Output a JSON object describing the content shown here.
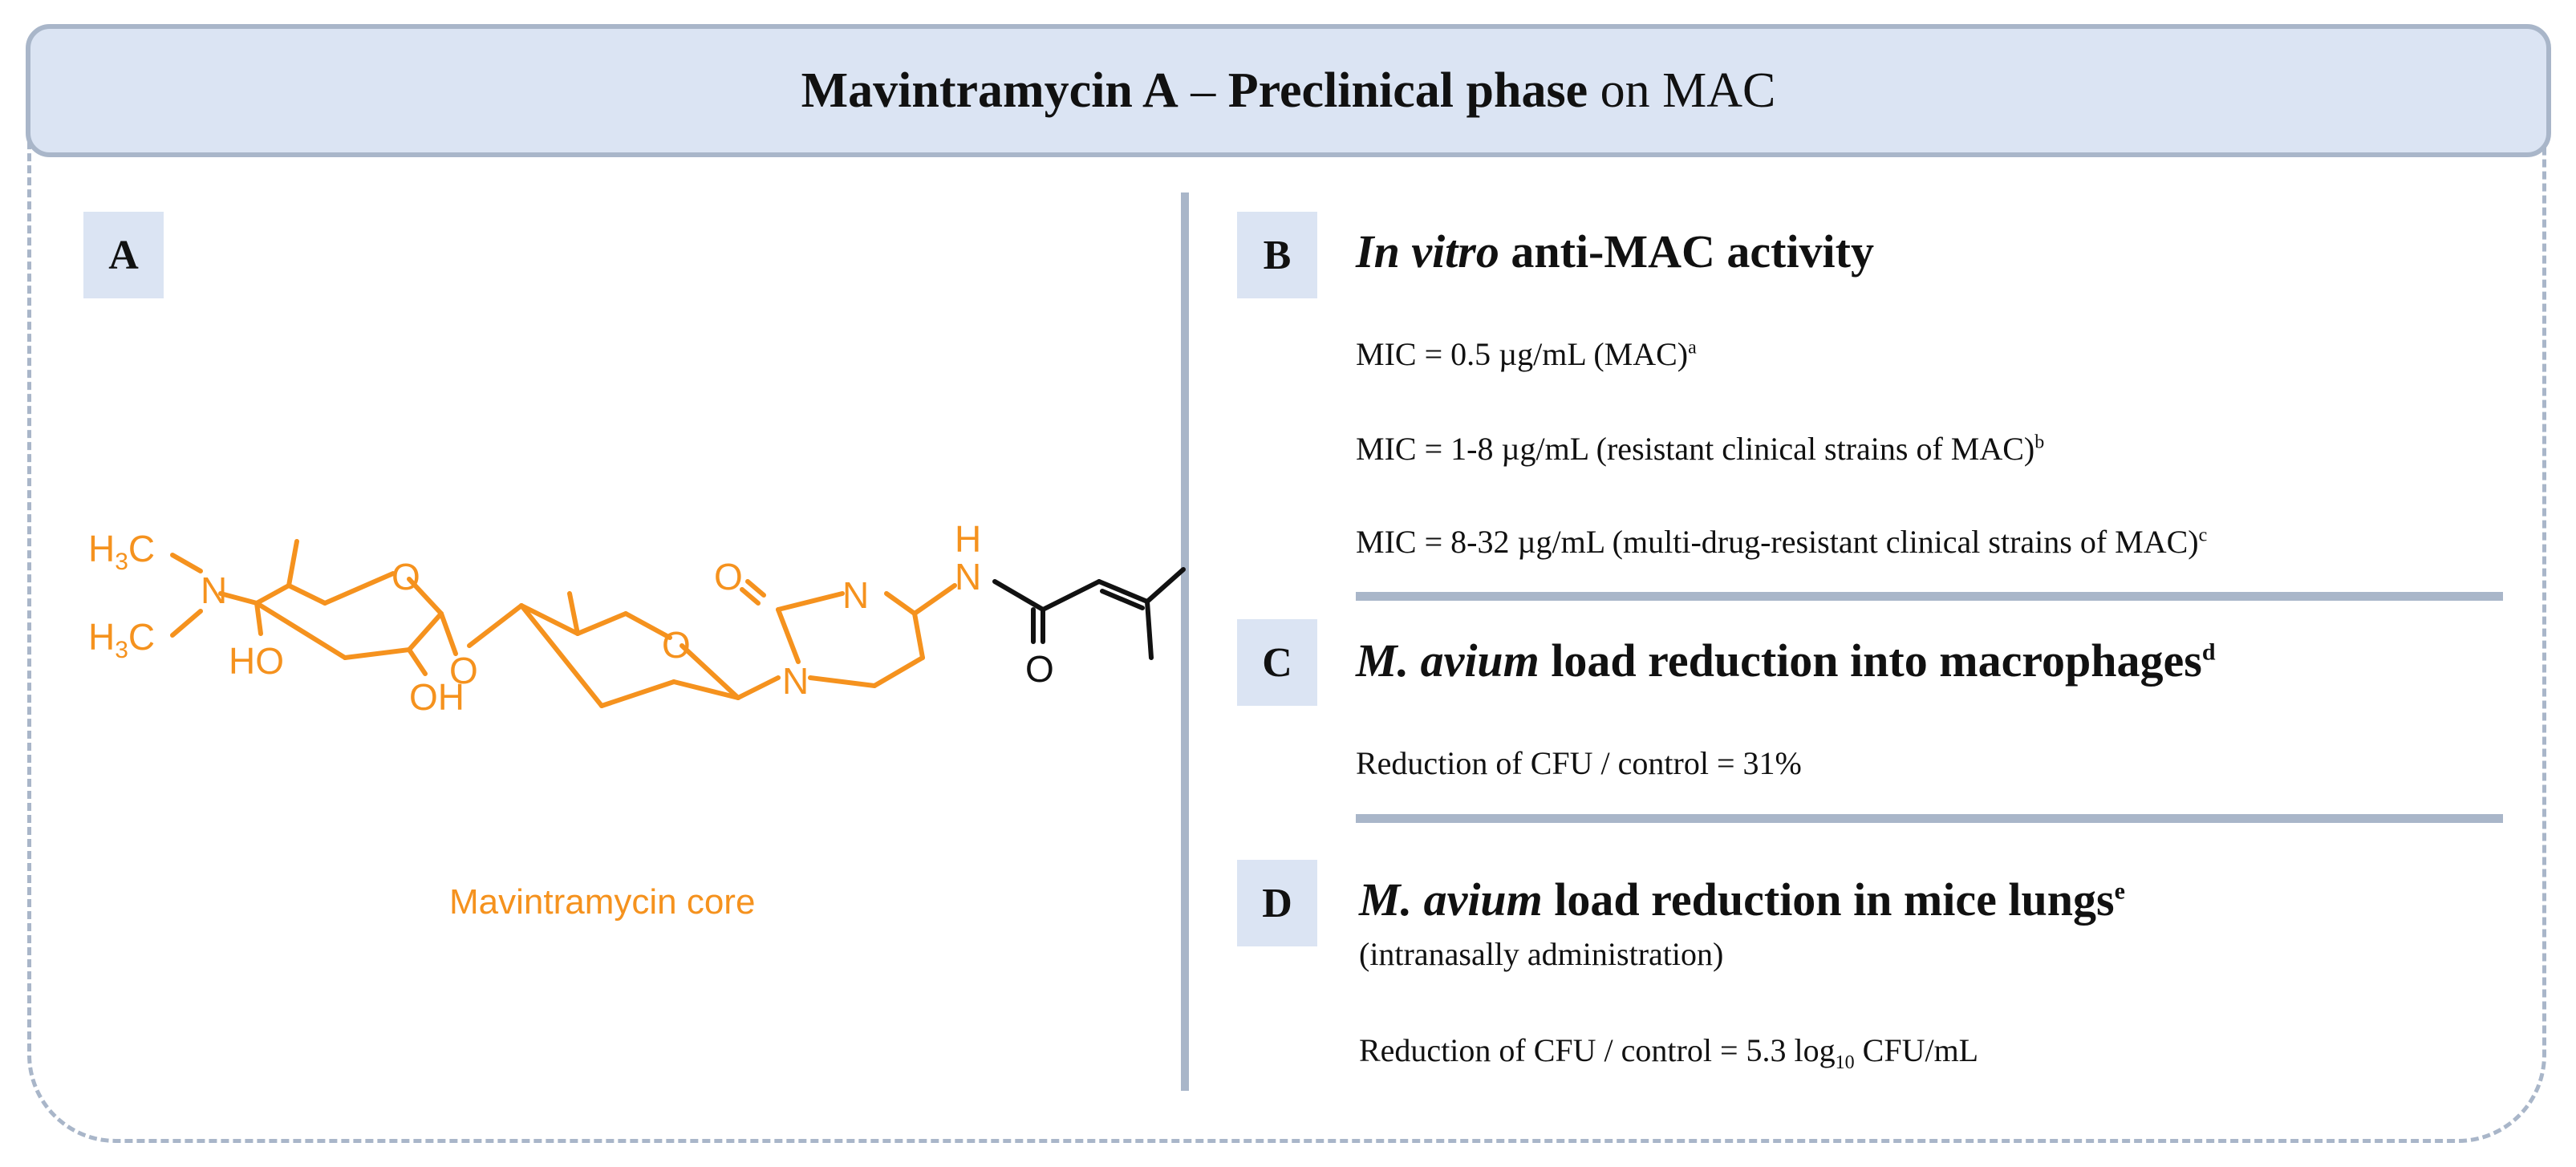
{
  "header": {
    "title_bold_1": "Mavintramycin A",
    "title_sep": " – ",
    "title_bold_2": "Preclinical phase",
    "title_tail": " on MAC"
  },
  "panel_a": {
    "letter": "A",
    "caption": "Mavintramycin core",
    "atoms": {
      "h3c1_a": "H",
      "h3c1_b": "3",
      "h3c1_c": "C",
      "n1": "N",
      "h3c2_a": "H",
      "h3c2_b": "3",
      "h3c2_c": "C",
      "ho": "HO",
      "oh": "OH",
      "o_ring1": "O",
      "o_link": "O",
      "o_ring2": "O",
      "o_carbonyl1": "O",
      "n_pyr1": "N",
      "n_pyr2": "N",
      "nh_n": "N",
      "nh_h": "H",
      "o_amide": "O"
    }
  },
  "panel_b": {
    "letter": "B",
    "title_italic": "In vitro",
    "title_rest": " anti-MAC activity",
    "lines": [
      {
        "text": "MIC = 0.5 µg/mL (MAC)",
        "sup": "a"
      },
      {
        "text": "MIC = 1-8 µg/mL (resistant clinical strains of MAC)",
        "sup": "b"
      },
      {
        "text": "MIC = 8-32 µg/mL (multi-drug-resistant clinical strains of MAC)",
        "sup": "c"
      }
    ]
  },
  "panel_c": {
    "letter": "C",
    "title_italic": "M. avium",
    "title_rest": " load reduction into macrophages",
    "title_sup": "d",
    "line": "Reduction of CFU / control = 31%"
  },
  "panel_d": {
    "letter": "D",
    "title_italic": "M. avium",
    "title_rest": " load reduction in mice lungs",
    "title_sup": "e",
    "subtitle": "(intranasally administration)",
    "line_pre": "Reduction of CFU / control = 5.3 log",
    "line_sub": "10",
    "line_post": " CFU/mL"
  },
  "colors": {
    "accent": "#f5921e",
    "frame": "#a9b6c9",
    "fill": "#dbe4f3"
  }
}
